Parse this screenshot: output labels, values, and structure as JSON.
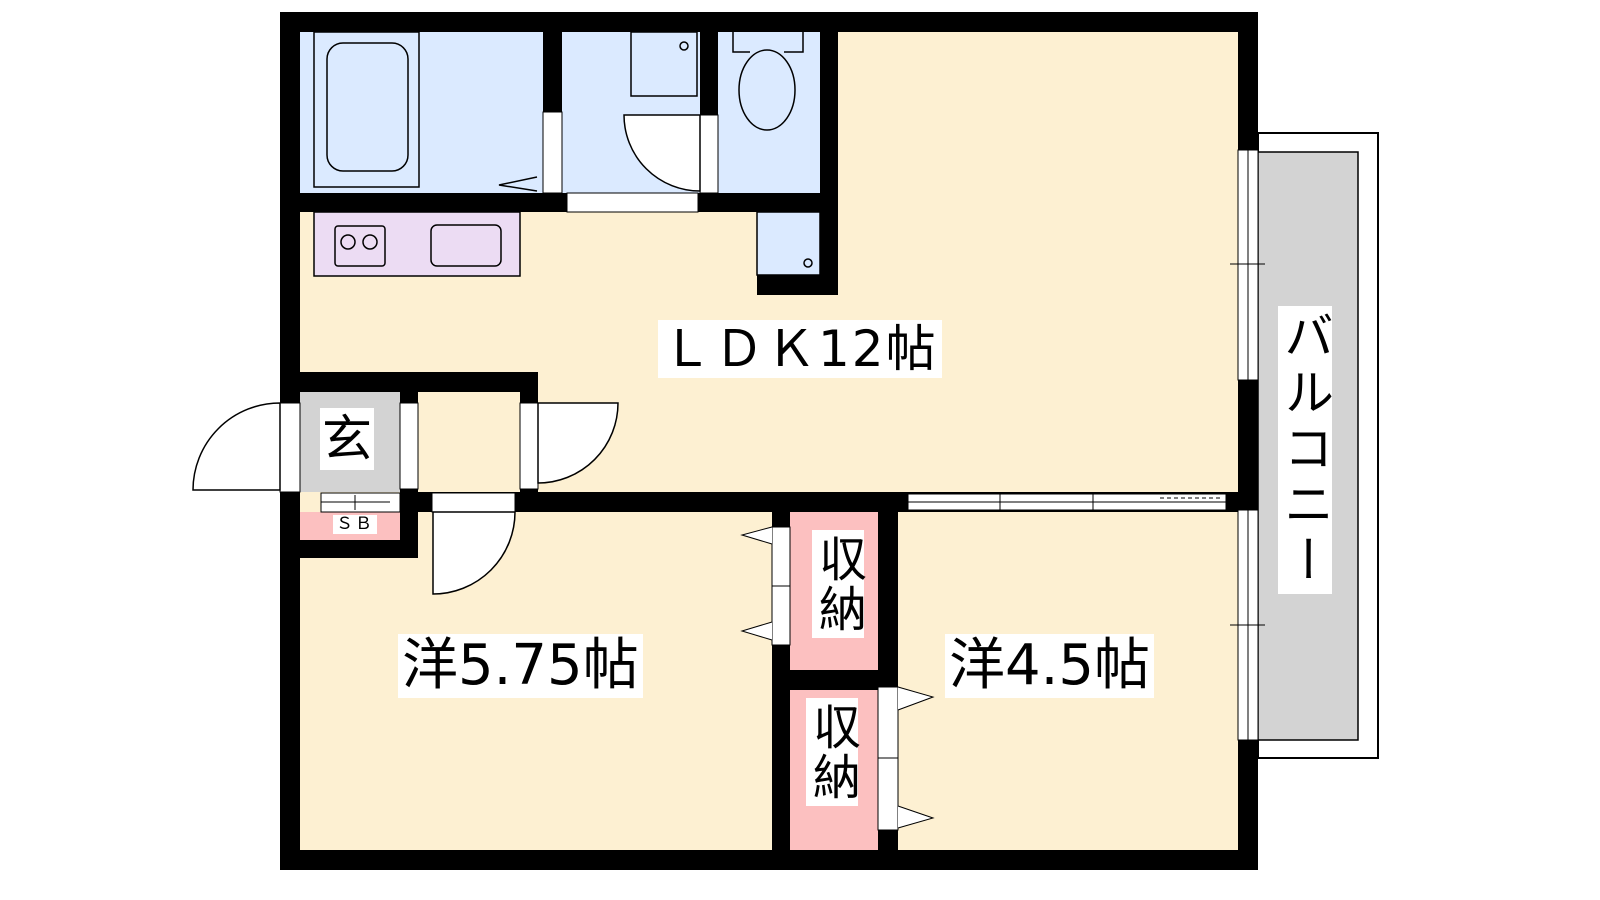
{
  "rooms": {
    "ldk": "ＬＤＫ12帖",
    "western_left": "洋5.75帖",
    "western_right": "洋4.5帖",
    "storage_upper": "収納",
    "storage_lower": "収納",
    "entrance": "玄",
    "shoe_box": "ＳＢ",
    "balcony": "バルコニー"
  },
  "colors": {
    "living": "#fdf0d2",
    "wet_area": "#dbeaff",
    "kitchen": "#ecdcf3",
    "storage": "#fcc0c0",
    "entrance": "#d3d3d3",
    "wall": "#000000"
  }
}
